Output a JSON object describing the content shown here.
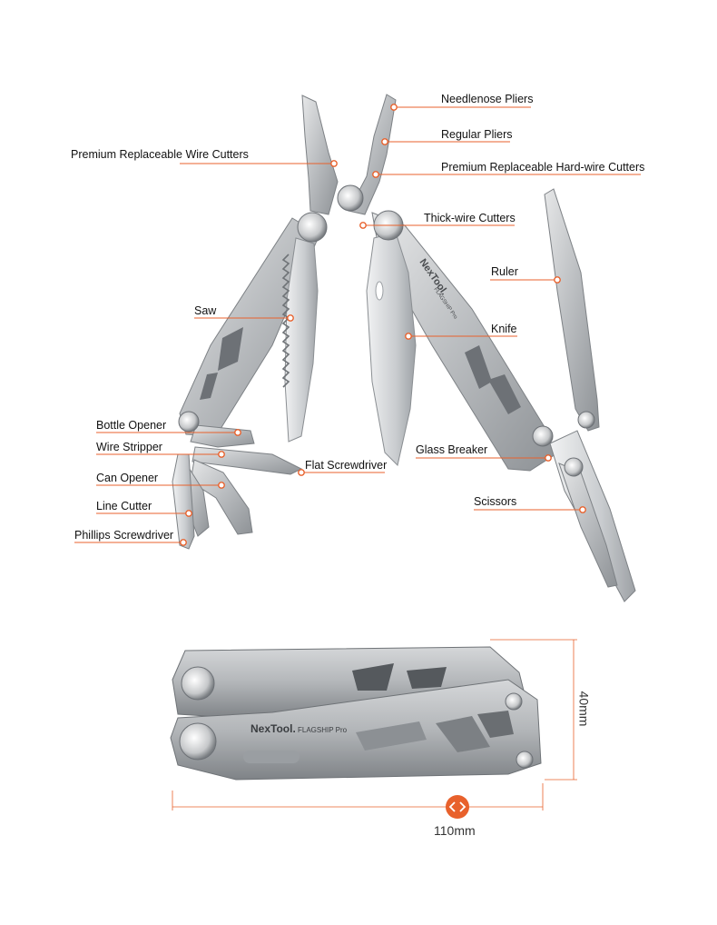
{
  "labels": {
    "needlenose_pliers": "Needlenose Pliers",
    "regular_pliers": "Regular Pliers",
    "wire_cutters": "Premium Replaceable Wire Cutters",
    "hard_wire_cutters": "Premium Replaceable Hard-wire Cutters",
    "thick_wire_cutters": "Thick-wire Cutters",
    "ruler": "Ruler",
    "saw": "Saw",
    "knife": "Knife",
    "bottle_opener": "Bottle Opener",
    "wire_stripper": "Wire Stripper",
    "flat_screwdriver": "Flat Screwdriver",
    "glass_breaker": "Glass Breaker",
    "can_opener": "Can Opener",
    "line_cutter": "Line Cutter",
    "phillips_screwdriver": "Phillips Screwdriver",
    "scissors": "Scissors"
  },
  "brand": {
    "name": "NexTool.",
    "model": "FLAGSHIP Pro"
  },
  "dimensions": {
    "height": "40mm",
    "width": "110mm"
  },
  "colors": {
    "accent": "#e8612c",
    "steel": "#b9bcbf",
    "steel_dark": "#8e9296",
    "steel_light": "#dcdedf"
  },
  "icons": {
    "width_marker": "expand-arrows-icon"
  }
}
